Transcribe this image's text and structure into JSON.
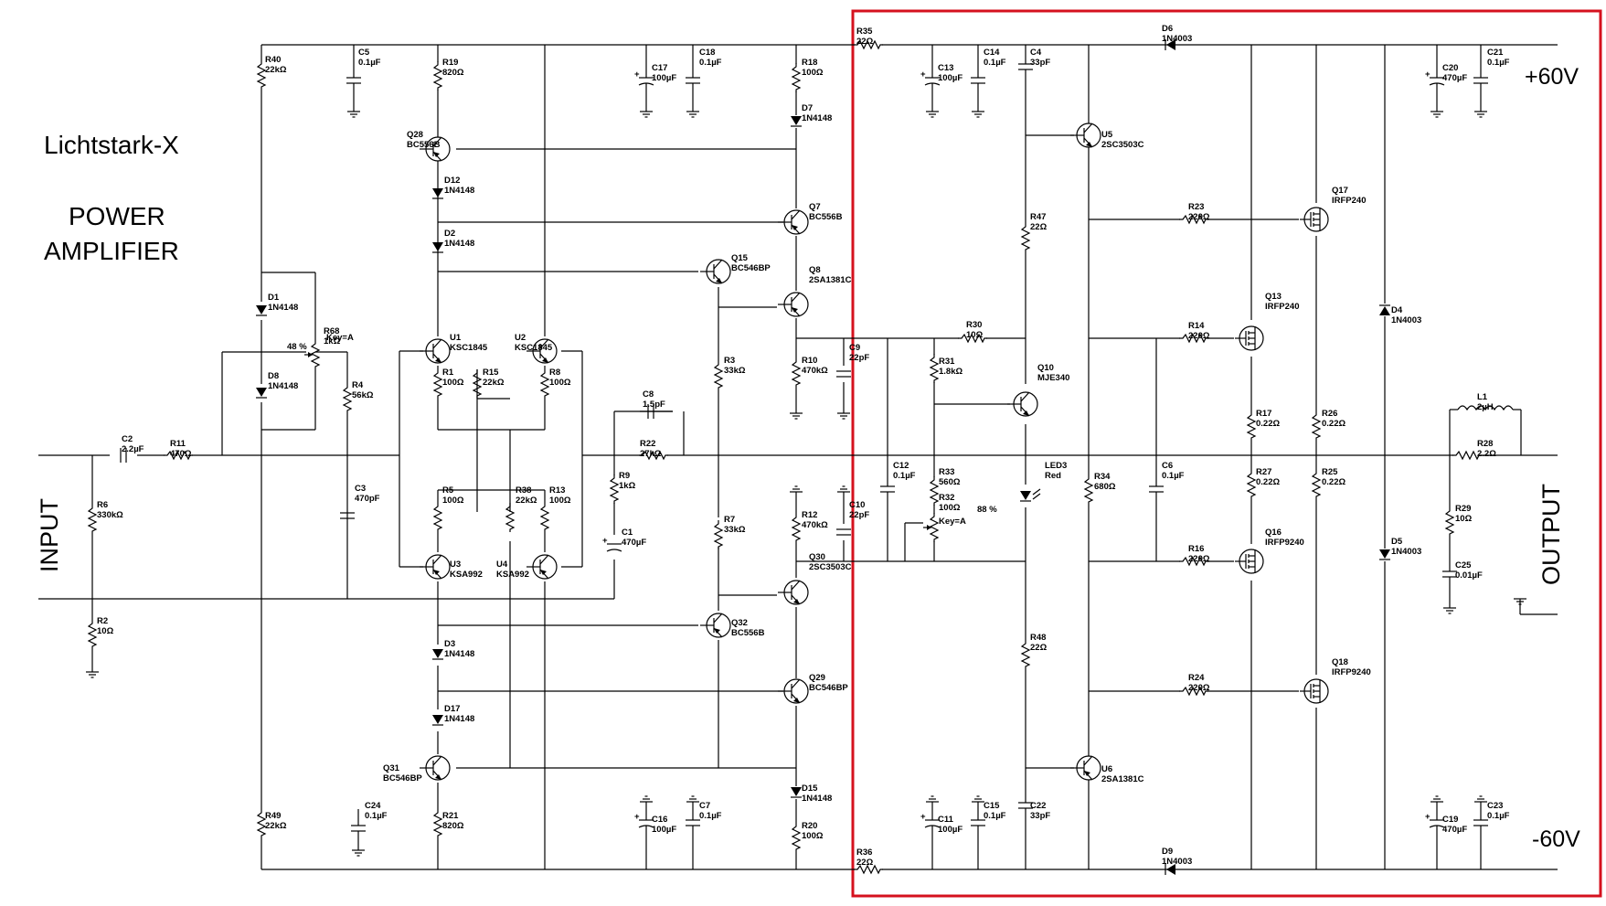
{
  "title": "Lichtstark-X",
  "subtitle_line1": "POWER",
  "subtitle_line2": "AMPLIFIER",
  "rail_positive": "+60V",
  "rail_negative": "-60V",
  "input_label": "INPUT",
  "output_label": "OUTPUT",
  "highlight_color": "#d5111e",
  "components": [
    {
      "ref": "R40",
      "value": "22kΩ"
    },
    {
      "ref": "C5",
      "value": "0.1µF"
    },
    {
      "ref": "R19",
      "value": "820Ω"
    },
    {
      "ref": "C17",
      "value": "100µF"
    },
    {
      "ref": "C18",
      "value": "0.1µF"
    },
    {
      "ref": "R18",
      "value": "100Ω"
    },
    {
      "ref": "R35",
      "value": "22Ω"
    },
    {
      "ref": "C13",
      "value": "100µF"
    },
    {
      "ref": "C14",
      "value": "0.1µF"
    },
    {
      "ref": "C4",
      "value": "33pF"
    },
    {
      "ref": "D6",
      "value": "1N4003"
    },
    {
      "ref": "C20",
      "value": "470µF"
    },
    {
      "ref": "C21",
      "value": "0.1µF"
    },
    {
      "ref": "Q28",
      "value": "BC556B"
    },
    {
      "ref": "D7",
      "value": "1N4148"
    },
    {
      "ref": "U5",
      "value": "2SC3503C"
    },
    {
      "ref": "D12",
      "value": "1N4148"
    },
    {
      "ref": "Q17",
      "value": "IRFP240"
    },
    {
      "ref": "Q7",
      "value": "BC556B"
    },
    {
      "ref": "R47",
      "value": "22Ω"
    },
    {
      "ref": "R23",
      "value": "220Ω"
    },
    {
      "ref": "D2",
      "value": "1N4148"
    },
    {
      "ref": "Q15",
      "value": "BC546BP"
    },
    {
      "ref": "Q8",
      "value": "2SA1381C"
    },
    {
      "ref": "D1",
      "value": "1N4148"
    },
    {
      "ref": "R68",
      "value": "1kΩ"
    },
    {
      "ref": "R68_key",
      "value": "Key=A"
    },
    {
      "ref": "R68_pct",
      "value": "48 %"
    },
    {
      "ref": "Q13",
      "value": "IRFP240"
    },
    {
      "ref": "D4",
      "value": "1N4003"
    },
    {
      "ref": "R30",
      "value": "10Ω"
    },
    {
      "ref": "R14",
      "value": "220Ω"
    },
    {
      "ref": "U1",
      "value": "KSC1845"
    },
    {
      "ref": "U2",
      "value": "KSC1845"
    },
    {
      "ref": "C9",
      "value": "22pF"
    },
    {
      "ref": "R31",
      "value": "1.8kΩ"
    },
    {
      "ref": "R3",
      "value": "33kΩ"
    },
    {
      "ref": "R10",
      "value": "470kΩ"
    },
    {
      "ref": "Q10",
      "value": "MJE340"
    },
    {
      "ref": "D8",
      "value": "1N4148"
    },
    {
      "ref": "R4",
      "value": "56kΩ"
    },
    {
      "ref": "R1",
      "value": "100Ω"
    },
    {
      "ref": "R15",
      "value": "22kΩ"
    },
    {
      "ref": "R8",
      "value": "100Ω"
    },
    {
      "ref": "C8",
      "value": "1.5pF"
    },
    {
      "ref": "R17",
      "value": "0.22Ω"
    },
    {
      "ref": "R26",
      "value": "0.22Ω"
    },
    {
      "ref": "L1",
      "value": "2µH"
    },
    {
      "ref": "C2",
      "value": "2.2µF"
    },
    {
      "ref": "R11",
      "value": "470Ω"
    },
    {
      "ref": "R22",
      "value": "27kΩ"
    },
    {
      "ref": "C12",
      "value": "0.1µF"
    },
    {
      "ref": "LED3",
      "value": "Red"
    },
    {
      "ref": "R28",
      "value": "2.2Ω"
    },
    {
      "ref": "R34",
      "value": "680Ω"
    },
    {
      "ref": "C6",
      "value": "0.1µF"
    },
    {
      "ref": "R33",
      "value": "560Ω"
    },
    {
      "ref": "R27",
      "value": "0.22Ω"
    },
    {
      "ref": "R25",
      "value": "0.22Ω"
    },
    {
      "ref": "R6",
      "value": "330kΩ"
    },
    {
      "ref": "C3",
      "value": "470pF"
    },
    {
      "ref": "R5",
      "value": "100Ω"
    },
    {
      "ref": "R38",
      "value": "22kΩ"
    },
    {
      "ref": "R13",
      "value": "100Ω"
    },
    {
      "ref": "R9",
      "value": "1kΩ"
    },
    {
      "ref": "R12",
      "value": "470kΩ"
    },
    {
      "ref": "C10",
      "value": "22pF"
    },
    {
      "ref": "R32",
      "value": "100Ω"
    },
    {
      "ref": "R32_key",
      "value": "Key=A"
    },
    {
      "ref": "R32_pct",
      "value": "88 %"
    },
    {
      "ref": "R29",
      "value": "10Ω"
    },
    {
      "ref": "C1",
      "value": "470µF"
    },
    {
      "ref": "R7",
      "value": "33kΩ"
    },
    {
      "ref": "U3",
      "value": "KSA992"
    },
    {
      "ref": "U4",
      "value": "KSA992"
    },
    {
      "ref": "Q30",
      "value": "2SC3503C"
    },
    {
      "ref": "Q16",
      "value": "IRFP9240"
    },
    {
      "ref": "R16",
      "value": "220Ω"
    },
    {
      "ref": "D5",
      "value": "1N4003"
    },
    {
      "ref": "C25",
      "value": "0.01µF"
    },
    {
      "ref": "R2",
      "value": "10Ω"
    },
    {
      "ref": "Q32",
      "value": "BC556B"
    },
    {
      "ref": "D3",
      "value": "1N4148"
    },
    {
      "ref": "R48",
      "value": "22Ω"
    },
    {
      "ref": "Q29",
      "value": "BC546BP"
    },
    {
      "ref": "Q18",
      "value": "IRFP9240"
    },
    {
      "ref": "R24",
      "value": "220Ω"
    },
    {
      "ref": "D17",
      "value": "1N4148"
    },
    {
      "ref": "Q31",
      "value": "BC546BP"
    },
    {
      "ref": "U6",
      "value": "2SA1381C"
    },
    {
      "ref": "D15",
      "value": "1N4148"
    },
    {
      "ref": "R49",
      "value": "22kΩ"
    },
    {
      "ref": "C24",
      "value": "0.1µF"
    },
    {
      "ref": "R21",
      "value": "820Ω"
    },
    {
      "ref": "C16",
      "value": "100µF"
    },
    {
      "ref": "C7",
      "value": "0.1µF"
    },
    {
      "ref": "R20",
      "value": "100Ω"
    },
    {
      "ref": "C11",
      "value": "100µF"
    },
    {
      "ref": "C15",
      "value": "0.1µF"
    },
    {
      "ref": "C22",
      "value": "33pF"
    },
    {
      "ref": "C19",
      "value": "470µF"
    },
    {
      "ref": "C23",
      "value": "0.1µF"
    },
    {
      "ref": "R36",
      "value": "22Ω"
    },
    {
      "ref": "D9",
      "value": "1N4003"
    }
  ]
}
